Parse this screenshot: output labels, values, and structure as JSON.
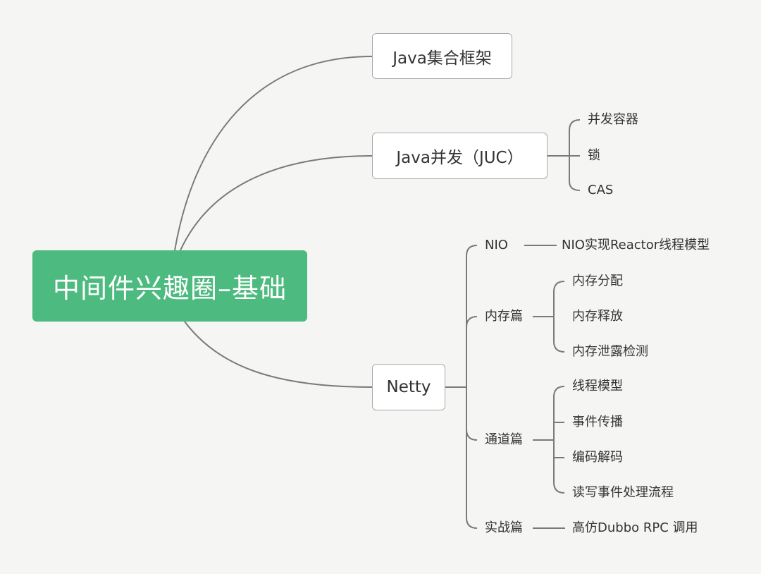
{
  "colors": {
    "root_bg": "#4dba7f",
    "line": "#7a7a7a",
    "box_border": "#aaaaaa",
    "text": "#333333"
  },
  "root": {
    "label": "中间件兴趣圈–基础"
  },
  "branches": {
    "collections": {
      "label": "Java集合框架"
    },
    "juc": {
      "label": "Java并发（JUC）",
      "children": [
        "并发容器",
        "锁",
        "CAS"
      ]
    },
    "netty": {
      "label": "Netty",
      "nio": {
        "label": "NIO",
        "child": "NIO实现Reactor线程模型"
      },
      "memory": {
        "label": "内存篇",
        "children": [
          "内存分配",
          "内存释放",
          "内存泄露检测"
        ]
      },
      "channel": {
        "label": "通道篇",
        "children": [
          "线程模型",
          "事件传播",
          "编码解码",
          "读写事件处理流程"
        ]
      },
      "practice": {
        "label": "实战篇",
        "child": "高仿Dubbo RPC 调用"
      }
    }
  }
}
